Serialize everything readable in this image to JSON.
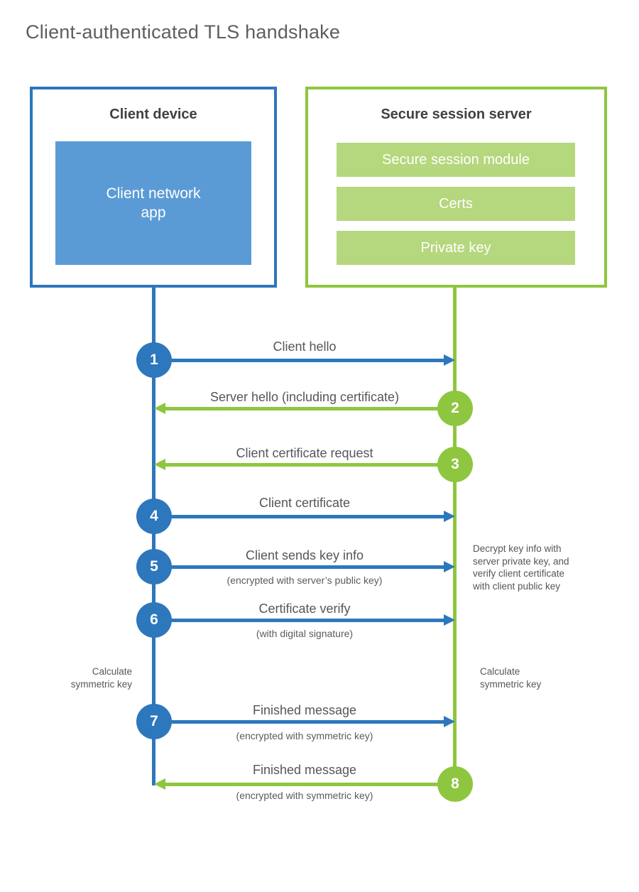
{
  "title": "Client-authenticated TLS handshake",
  "colors": {
    "blue_stroke": "#2d77bd",
    "blue_fill": "#5b9bd5",
    "green_stroke": "#8ec63f",
    "green_fill": "#b5d77d"
  },
  "client": {
    "title": "Client device",
    "app": "Client network\napp"
  },
  "server": {
    "title": "Secure session server",
    "modules": [
      "Secure session module",
      "Certs",
      "Private key"
    ]
  },
  "steps": [
    {
      "num": "1",
      "label": "Client hello",
      "direction": "right",
      "color": "blue"
    },
    {
      "num": "2",
      "label": "Server hello (including certificate)",
      "direction": "left",
      "color": "green"
    },
    {
      "num": "3",
      "label": "Client certificate request",
      "direction": "left",
      "color": "green"
    },
    {
      "num": "4",
      "label": "Client certificate",
      "direction": "right",
      "color": "blue"
    },
    {
      "num": "5",
      "label": "Client sends key info",
      "sub": "(encrypted with server’s public key)",
      "direction": "right",
      "color": "blue"
    },
    {
      "num": "6",
      "label": "Certificate verify",
      "sub": "(with digital signature)",
      "direction": "right",
      "color": "blue"
    },
    {
      "num": "7",
      "label": "Finished message",
      "sub": "(encrypted with symmetric key)",
      "direction": "right",
      "color": "blue"
    },
    {
      "num": "8",
      "label": "Finished message",
      "sub": "(encrypted with symmetric key)",
      "direction": "left",
      "color": "green"
    }
  ],
  "notes": {
    "calc_left": "Calculate\nsymmetric key",
    "decrypt": "Decrypt key info with\nserver private key, and\nverify client certificate\nwith client public key",
    "calc_right": "Calculate\nsymmetric key"
  }
}
